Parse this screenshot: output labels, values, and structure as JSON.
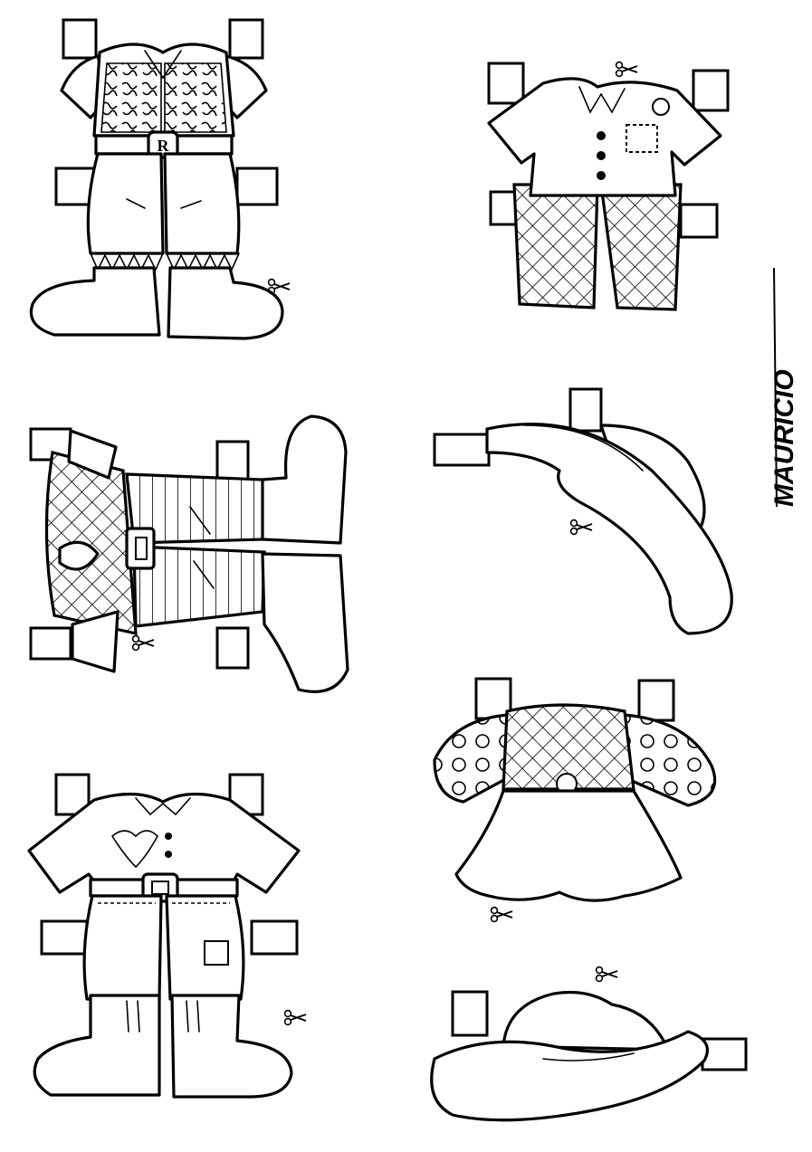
{
  "sheet": {
    "signature": "MAURICIO",
    "background": "#ffffff",
    "ink": "#000000"
  },
  "cutouts": [
    {
      "name": "vest-shirt-pants-boots",
      "icon": "scissors-icon"
    },
    {
      "name": "shirt-plaid-pants",
      "icon": "scissors-icon"
    },
    {
      "name": "plaid-shirt-striped-pants-boots",
      "icon": "scissors-icon"
    },
    {
      "name": "wide-brim-hat",
      "icon": "scissors-icon"
    },
    {
      "name": "shirt-jeans-boots",
      "icon": "scissors-icon"
    },
    {
      "name": "polka-dot-dress",
      "icon": "scissors-icon"
    },
    {
      "name": "cowboy-hat",
      "icon": "scissors-icon"
    }
  ],
  "buckle_letter": "R"
}
